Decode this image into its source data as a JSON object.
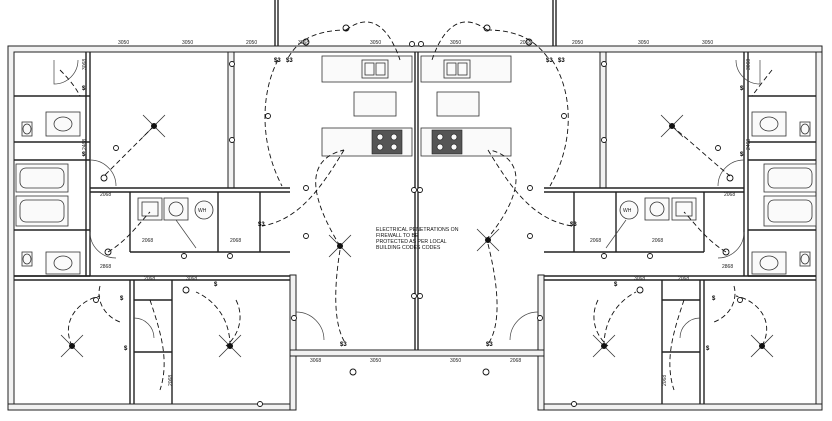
{
  "note": {
    "lines": [
      "ELECTRICAL PENETRATIONS ON",
      "FIREWALL TO BE",
      "PROTECTED AS PER LOCAL",
      "BUILDING CODES CODES"
    ]
  },
  "labels": {
    "w3050": "3050",
    "w2050": "2050",
    "d3068": "3068",
    "d2068": "2068",
    "d2868": "2868",
    "d2468": "2468",
    "d2868b": "2868",
    "wh": "WH",
    "sw_single": "$",
    "sw_3way": "$3"
  }
}
